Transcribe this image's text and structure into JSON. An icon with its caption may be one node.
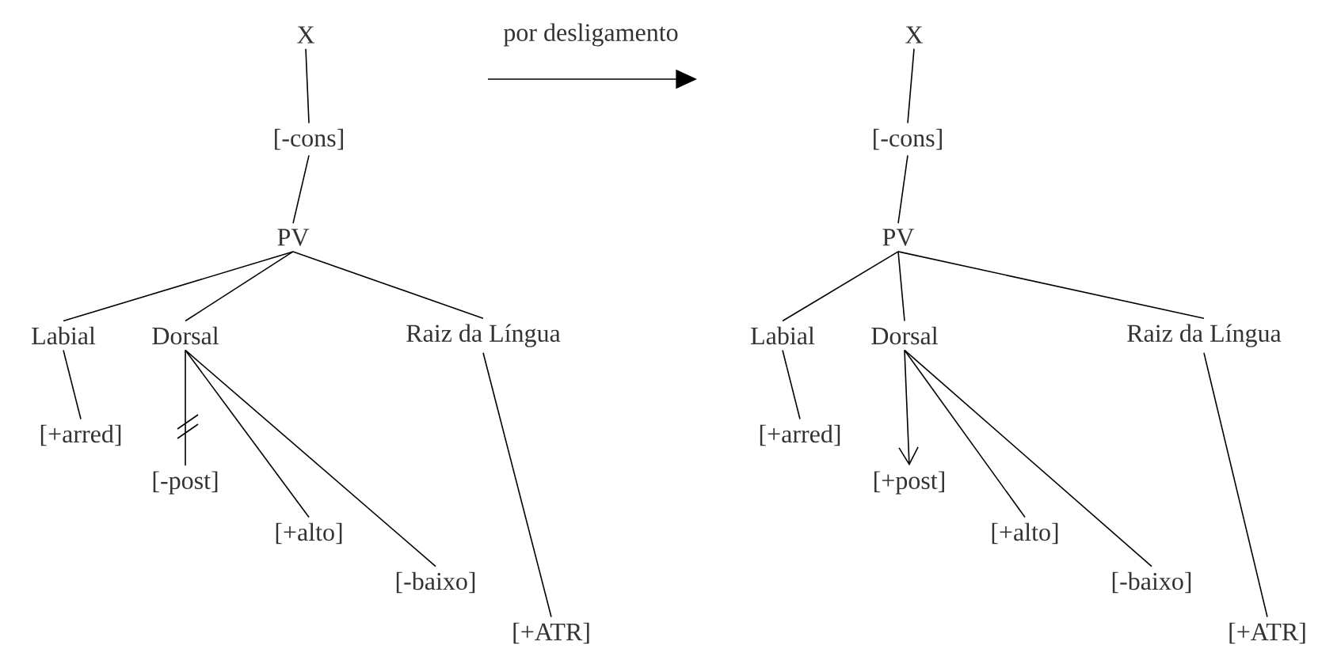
{
  "diagram": {
    "nodes": [
      {
        "text": [
          "X"
        ]
      },
      {
        "text": [
          "[-cons]"
        ]
      },
      {
        "text": [
          "PV"
        ]
      },
      {
        "text": [
          "Labial"
        ]
      },
      {
        "text": [
          "Dorsal"
        ]
      },
      {
        "text": [
          "Raiz da Língua"
        ]
      },
      {
        "text": [
          "[+arred]"
        ]
      },
      {
        "text": [
          "[-post]"
        ]
      },
      {
        "text": [
          "[+alto]"
        ]
      },
      {
        "text": [
          "[-baixo]"
        ]
      },
      {
        "text": [
          "[+ATR]"
        ]
      },
      {
        "text": [
          "X"
        ]
      },
      {
        "text": [
          "[-cons]"
        ]
      },
      {
        "text": [
          "PV"
        ]
      },
      {
        "text": [
          "Labial"
        ]
      },
      {
        "text": [
          "Dorsal"
        ]
      },
      {
        "text": [
          "Raiz da Língua"
        ]
      },
      {
        "text": [
          "[+arred]"
        ]
      },
      {
        "text": [
          "[+post]"
        ]
      },
      {
        "text": [
          "[+alto]"
        ]
      },
      {
        "text": [
          "[-baixo]"
        ]
      },
      {
        "text": [
          "[+ATR]"
        ]
      }
    ],
    "edges": [
      {
        "from": 0,
        "to": 1,
        "arrow": "none"
      },
      {
        "from": 1,
        "to": 2,
        "arrow": "none"
      },
      {
        "from": 2,
        "to": 3,
        "arrow": "none"
      },
      {
        "from": 2,
        "to": 4,
        "arrow": "none"
      },
      {
        "from": 2,
        "to": 5,
        "arrow": "none"
      },
      {
        "from": 3,
        "to": 6,
        "arrow": "none"
      },
      {
        "from": 4,
        "to": 7,
        "arrow": "none"
      },
      {
        "from": 4,
        "to": 8,
        "arrow": "none"
      },
      {
        "from": 4,
        "to": 9,
        "arrow": "none"
      },
      {
        "from": 5,
        "to": 10,
        "arrow": "none"
      },
      {
        "from": 11,
        "to": 12,
        "arrow": "none"
      },
      {
        "from": 12,
        "to": 13,
        "arrow": "none"
      },
      {
        "from": 13,
        "to": 14,
        "arrow": "none"
      },
      {
        "from": 13,
        "to": 15,
        "arrow": "none"
      },
      {
        "from": 13,
        "to": 16,
        "arrow": "none"
      },
      {
        "from": 14,
        "to": 17,
        "arrow": "none"
      },
      {
        "from": 15,
        "to": 18,
        "arrow": "to"
      },
      {
        "from": 15,
        "to": 19,
        "arrow": "none"
      },
      {
        "from": 15,
        "to": 20,
        "arrow": "none"
      },
      {
        "from": 16,
        "to": 21,
        "arrow": "none"
      }
    ],
    "labels": [
      "por desligamento"
    ]
  }
}
